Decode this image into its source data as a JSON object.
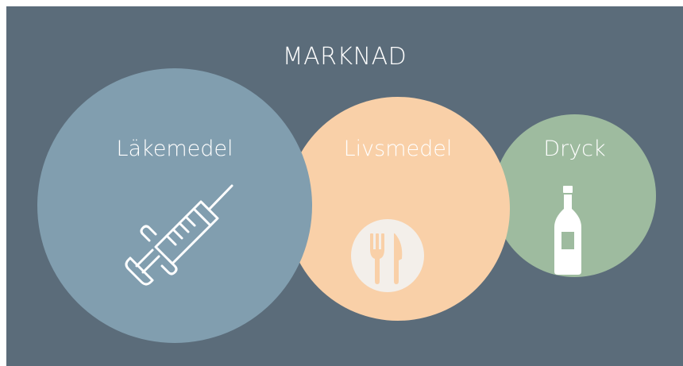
{
  "title": "MARKNAD",
  "segments": [
    {
      "label": "Läkemedel",
      "icon": "syringe-icon",
      "color": "#819eaf"
    },
    {
      "label": "Livsmedel",
      "icon": "fork-knife-icon",
      "color": "#f9d0a8"
    },
    {
      "label": "Dryck",
      "icon": "bottle-icon",
      "color": "#9ebb9f"
    }
  ],
  "colors": {
    "background": "#5b6c7a",
    "text": "#ffffff"
  }
}
